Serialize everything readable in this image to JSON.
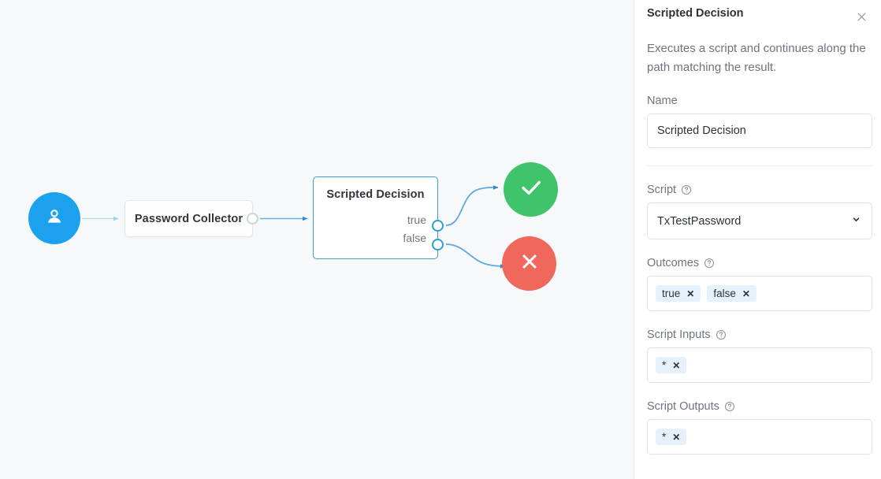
{
  "canvas": {
    "start_node": {
      "icon": "user-icon"
    },
    "nodes": [
      {
        "id": "password-collector",
        "title": "Password Collector",
        "selected": false
      },
      {
        "id": "scripted-decision",
        "title": "Scripted Decision",
        "selected": true
      }
    ],
    "decision_ports": [
      {
        "label": "true"
      },
      {
        "label": "false"
      }
    ],
    "terminals": [
      {
        "id": "success",
        "icon": "check-icon",
        "color": "#3fc46c"
      },
      {
        "id": "failure",
        "icon": "x-icon",
        "color": "#f0675c"
      }
    ],
    "edge_color": "#4ea8e0"
  },
  "panel": {
    "title": "Scripted Decision",
    "close_icon": "close-icon",
    "description": "Executes a script and continues along the path matching the result.",
    "name": {
      "label": "Name",
      "value": "Scripted Decision"
    },
    "script": {
      "label": "Script",
      "help_icon": "help-circle-icon",
      "selected": "TxTestPassword",
      "chevron_icon": "chevron-down-icon"
    },
    "outcomes": {
      "label": "Outcomes",
      "help_icon": "help-circle-icon",
      "chips": [
        "true",
        "false"
      ],
      "remove_label": "✕"
    },
    "script_inputs": {
      "label": "Script Inputs",
      "help_icon": "help-circle-icon",
      "chips": [
        "*"
      ],
      "remove_label": "✕"
    },
    "script_outputs": {
      "label": "Script Outputs",
      "help_icon": "help-circle-icon",
      "chips": [
        "*"
      ],
      "remove_label": "✕"
    }
  },
  "colors": {
    "accent_blue": "#1ba1ed",
    "success_green": "#3fc46c",
    "failure_red": "#f0675c",
    "chip_bg": "#e5f2fb",
    "canvas_bg": "#f7f8fa"
  }
}
